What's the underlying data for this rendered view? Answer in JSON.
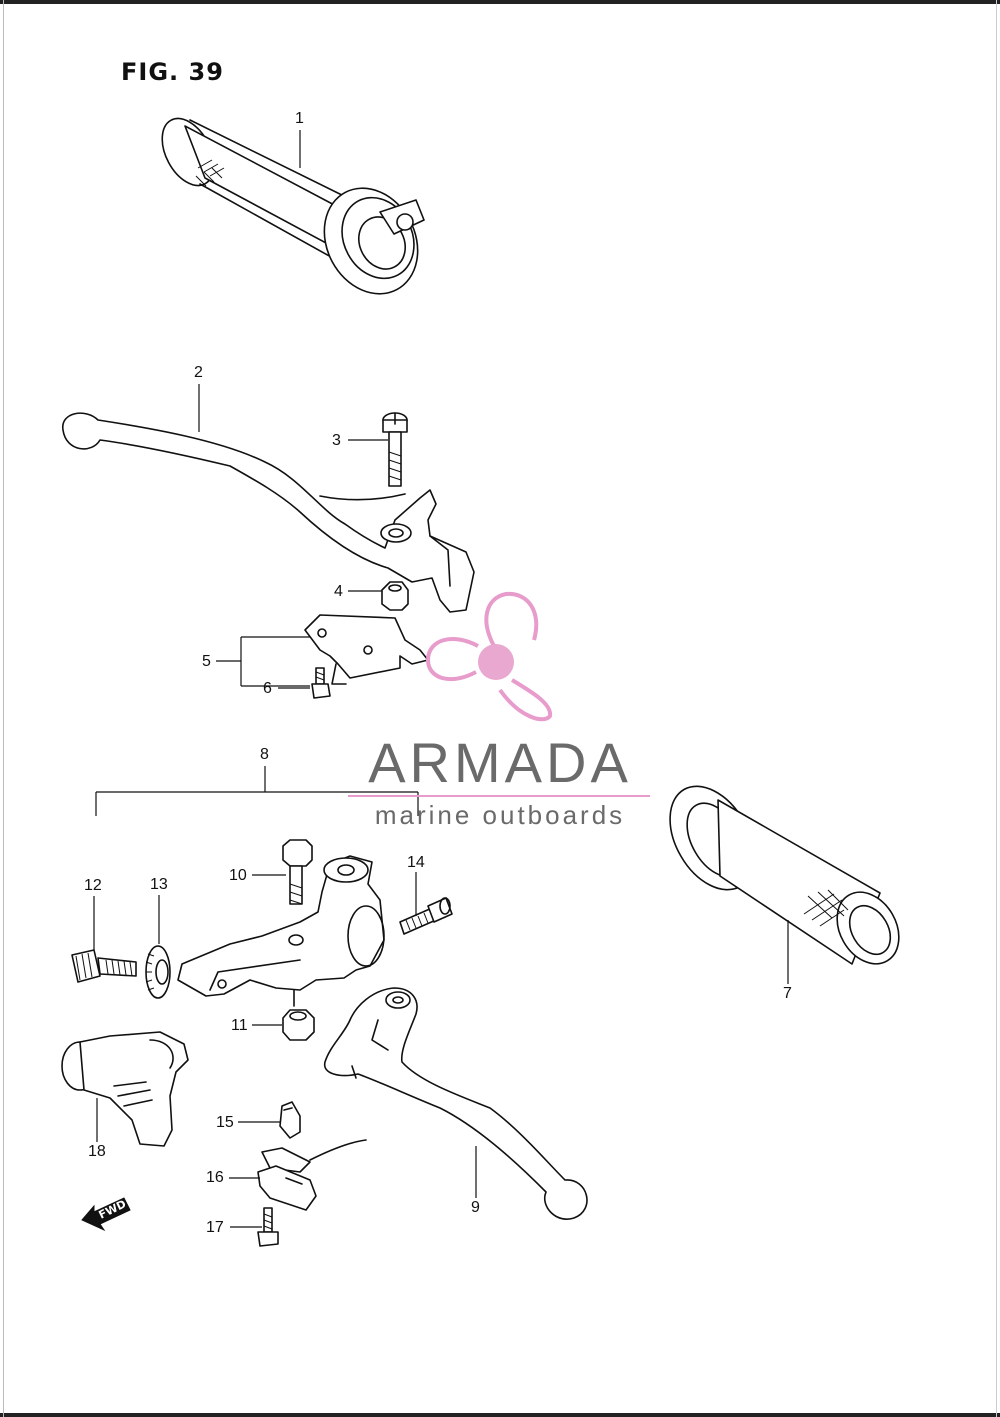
{
  "figure": {
    "title": "FIG. 39"
  },
  "callouts": {
    "c1": "1",
    "c2": "2",
    "c3": "3",
    "c4": "4",
    "c5": "5",
    "c6": "6",
    "c7": "7",
    "c8": "8",
    "c9": "9",
    "c10": "10",
    "c11": "11",
    "c12": "12",
    "c13": "13",
    "c14": "14",
    "c15": "15",
    "c16": "16",
    "c17": "17",
    "c18": "18"
  },
  "direction_marker": {
    "label": "FWD"
  },
  "watermark": {
    "name": "ARMADA",
    "tagline": "marine outboards",
    "colors": {
      "text": "#6a6a6a",
      "accent": "#e79ccb",
      "hub": "#e8a8cf"
    }
  }
}
